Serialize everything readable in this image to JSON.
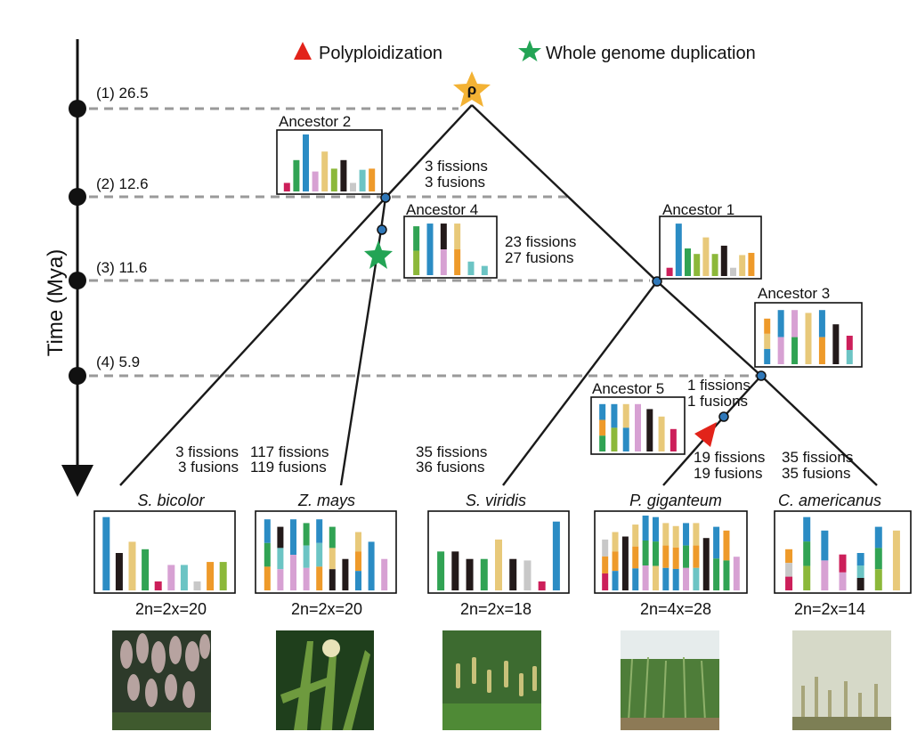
{
  "legend": {
    "polyploidization": "Polyploidization",
    "wgd": "Whole genome duplication"
  },
  "time_axis": {
    "label": "Time (Mya)",
    "ticks": [
      "(1) 26.5",
      "(2) 12.6",
      "(3) 11.6",
      "(4) 5.9"
    ]
  },
  "root_marker": "ρ",
  "ancestors": {
    "a1": "Ancestor 1",
    "a2": "Ancestor 2",
    "a3": "Ancestor 3",
    "a4": "Ancestor 4",
    "a5": "Ancestor 5"
  },
  "events": {
    "root_to_a2": [
      "3 fissions",
      "3 fusions"
    ],
    "a4": [
      "23 fissions",
      "27 fusions"
    ],
    "a3_to_a5": [
      "1 fissions",
      "1 fusions"
    ],
    "sbicolor": [
      "3 fissions",
      "3 fusions"
    ],
    "zmays": [
      "117 fissions",
      "119 fusions"
    ],
    "sviridis": [
      "35 fissions",
      "36 fusions"
    ],
    "pgiganteum": [
      "19 fissions",
      "19 fusions"
    ],
    "camericanus": [
      "35 fissions",
      "35 fusions"
    ]
  },
  "species": [
    {
      "name": "S. bicolor",
      "karyotype": "2n=2x=20"
    },
    {
      "name": "Z. mays",
      "karyotype": "2n=2x=20"
    },
    {
      "name": "S. viridis",
      "karyotype": "2n=2x=18"
    },
    {
      "name": "P. giganteum",
      "karyotype": "2n=4x=28"
    },
    {
      "name": "C. americanus",
      "karyotype": "2n=2x=14"
    }
  ],
  "colors": {
    "tree_line": "#1a1a1a",
    "dashed": "#9a9a9a",
    "node": "#2f77b8",
    "polyploidization": "#e2231a",
    "wgd": "#23a455",
    "root_star": "#f3b234",
    "chrom_blue": "#2b8cc4",
    "chrom_green": "#31a354",
    "chrom_pink": "#d7a1d3",
    "chrom_yellow": "#e8c97a",
    "chrom_black": "#231a1a",
    "chrom_orange": "#ee9a2a",
    "chrom_cyan": "#6cc4c4",
    "chrom_lime": "#8cb83a",
    "chrom_red": "#cc1f5a",
    "chrom_grey": "#c8c8c8"
  }
}
